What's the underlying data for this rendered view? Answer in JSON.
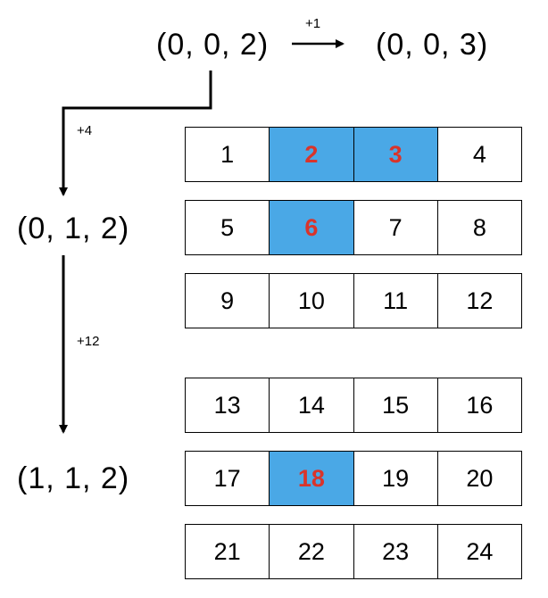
{
  "tuples": {
    "top_left": "(0, 0, 2)",
    "top_right": "(0, 0, 3)",
    "middle": "(0, 1, 2)",
    "bottom": "(1, 1, 2)"
  },
  "steps": {
    "right": "+1",
    "down_first": "+4",
    "down_second": "+12"
  },
  "colors": {
    "highlight_fill": "#4aa8e6",
    "highlight_text": "#d9342b"
  },
  "grid": [
    {
      "cells": [
        {
          "value": "1",
          "highlighted": false
        },
        {
          "value": "2",
          "highlighted": true
        },
        {
          "value": "3",
          "highlighted": true
        },
        {
          "value": "4",
          "highlighted": false
        }
      ]
    },
    {
      "cells": [
        {
          "value": "5",
          "highlighted": false
        },
        {
          "value": "6",
          "highlighted": true
        },
        {
          "value": "7",
          "highlighted": false
        },
        {
          "value": "8",
          "highlighted": false
        }
      ]
    },
    {
      "cells": [
        {
          "value": "9",
          "highlighted": false
        },
        {
          "value": "10",
          "highlighted": false
        },
        {
          "value": "11",
          "highlighted": false
        },
        {
          "value": "12",
          "highlighted": false
        }
      ]
    },
    {
      "cells": [
        {
          "value": "13",
          "highlighted": false
        },
        {
          "value": "14",
          "highlighted": false
        },
        {
          "value": "15",
          "highlighted": false
        },
        {
          "value": "16",
          "highlighted": false
        }
      ]
    },
    {
      "cells": [
        {
          "value": "17",
          "highlighted": false
        },
        {
          "value": "18",
          "highlighted": true
        },
        {
          "value": "19",
          "highlighted": false
        },
        {
          "value": "20",
          "highlighted": false
        }
      ]
    },
    {
      "cells": [
        {
          "value": "21",
          "highlighted": false
        },
        {
          "value": "22",
          "highlighted": false
        },
        {
          "value": "23",
          "highlighted": false
        },
        {
          "value": "24",
          "highlighted": false
        }
      ]
    }
  ]
}
